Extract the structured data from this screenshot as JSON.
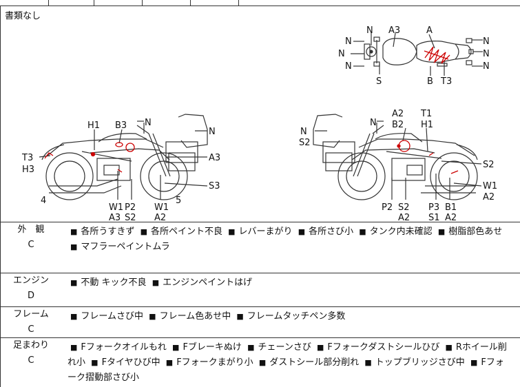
{
  "documents_note": "書類なし",
  "diagram": {
    "top_view_labels": {
      "n_top": "N",
      "a3": "A3",
      "a": "A",
      "n_left1": "N",
      "n_left2": "N",
      "n_left3": "N",
      "n_right1": "N",
      "n_right2": "N",
      "n_right3": "N",
      "s": "S",
      "b": "B",
      "t3": "T3"
    },
    "left_view_labels": {
      "h1": "H1",
      "b3": "B3",
      "n_mirror": "N",
      "n_tail": "N",
      "t3": "T3",
      "h3": "H3",
      "a3": "A3",
      "s3": "S3",
      "num4": "4",
      "num5": "5",
      "w1": "W1",
      "p2": "P2",
      "w1b": "W1",
      "a3b": "A3",
      "s2": "S2",
      "a2": "A2"
    },
    "right_view_labels": {
      "a2": "A2",
      "b2": "B2",
      "t1": "T1",
      "h1": "H1",
      "n_mirror": "N",
      "n_box": "N",
      "s2_box": "S2",
      "s2": "S2",
      "w1": "W1",
      "a2b": "A2",
      "p2": "P2",
      "s2b": "S2",
      "a2c": "A2",
      "p3": "P3",
      "b1": "B1",
      "s1": "S1",
      "a2d": "A2"
    }
  },
  "conditions": [
    {
      "category": "外　観",
      "grade": "C",
      "items": [
        "各所うすきず",
        "各所ペイント不良",
        "レバーまがり",
        "各所さび小",
        "タンク内未確認",
        "樹脂部色あせ",
        "マフラーペイントムラ"
      ]
    },
    {
      "category": "エンジン",
      "grade": "D",
      "items": [
        "不動 キック不良",
        "エンジンペイントはげ"
      ]
    },
    {
      "category": "フレーム",
      "grade": "C",
      "items": [
        "フレームさび中",
        "フレーム色あせ中",
        "フレームタッチペン多数"
      ]
    },
    {
      "category": "足まわり",
      "grade": "C",
      "items": [
        "Fフォークオイルもれ",
        "Fブレーキぬけ",
        "チェーンさび",
        "Fフォークダストシールひび",
        "Rホイール削れ小",
        "Fタイヤひび中",
        "Fフォークまがり小",
        "ダストシール部分削れ",
        "トップブリッジさび中",
        "Fフォーク摺動部さび小"
      ]
    }
  ],
  "marker_color": "#cc0000",
  "line_color": "#333333"
}
